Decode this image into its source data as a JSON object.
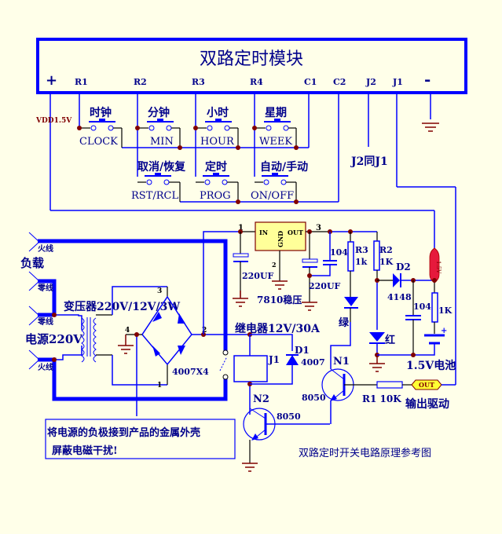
{
  "module": {
    "title": "双路定时模块",
    "pins": [
      "+",
      "R1",
      "R2",
      "R3",
      "R4",
      "C1",
      "C2",
      "J2",
      "J1",
      "-"
    ]
  },
  "vdd_label": "VDD1.5V",
  "buttons_row1": [
    {
      "cn": "时钟",
      "en": "CLOCK"
    },
    {
      "cn": "分钟",
      "en": "MIN"
    },
    {
      "cn": "小时",
      "en": "HOUR"
    },
    {
      "cn": "星期",
      "en": "WEEK"
    }
  ],
  "buttons_row2": [
    {
      "cn": "取消/恢复",
      "en": "RST/RCL"
    },
    {
      "cn": "定时",
      "en": "PROG"
    },
    {
      "cn": "自动/手动",
      "en": "ON/OFF"
    }
  ],
  "j2_note": "J2同J1",
  "mains": {
    "live_top": "火线",
    "load": "负载",
    "neutral1": "零线",
    "neutral2": "零线",
    "source": "电源220V",
    "live_bottom": "火线"
  },
  "transformer": "变压器220V/12V/3W",
  "bridge": {
    "label": "4007X4",
    "pins": [
      "1",
      "2",
      "3",
      "4"
    ]
  },
  "regulator": {
    "in": "IN",
    "gnd": "GND",
    "out": "OUT",
    "label": "7810稳压",
    "node1": "1",
    "node3": "3",
    "node2": "2"
  },
  "caps": {
    "c_in": "220UF",
    "c_out": "220UF",
    "c104a": "104",
    "c104b": "104"
  },
  "resistors": {
    "r3": "R3",
    "r3v": "1k",
    "r2": "R2",
    "r2v": "1K",
    "r1k": "1K",
    "r1": "R1 10K"
  },
  "diodes": {
    "d2": "D2",
    "d2v": "4148",
    "d1": "D1",
    "d1v": "4007"
  },
  "leds": {
    "green": "绿",
    "red": "红"
  },
  "fuse_label": "1.5V",
  "battery": "1.5V电池",
  "relay": {
    "label": "继电器12V/30A",
    "name": "J1"
  },
  "transistors": {
    "n1": "N1",
    "n1v": "8050",
    "n2": "N2",
    "n2v": "8050"
  },
  "out_tag": "OUT",
  "out_label": "输出驱动",
  "note": {
    "line1": "将电源的负极接到产品的金属外壳",
    "line2": "屏蔽电磁干扰!"
  },
  "caption": "双路定时开关电路原理参考图"
}
